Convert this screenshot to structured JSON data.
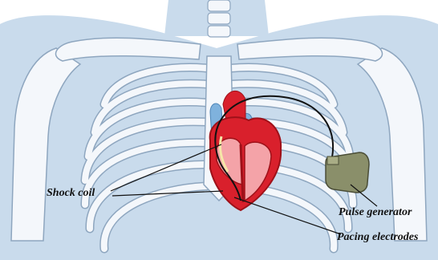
{
  "diagram": {
    "labels": {
      "shock_coil": "Shock coil",
      "pulse_generator": "Pulse generator",
      "pacing_electrodes": "Pacing electrodes"
    },
    "colors": {
      "body_silhouette": "#c9dbec",
      "bone": "#f4f7fb",
      "bone_outline": "#8ea6bf",
      "heart_red": "#d9202c",
      "heart_dark": "#9e1119",
      "heart_inner": "#f4a3a8",
      "vessel_blue": "#7fb2dd",
      "device_body": "#8a8f6a",
      "lead_wire": "#111111"
    }
  }
}
